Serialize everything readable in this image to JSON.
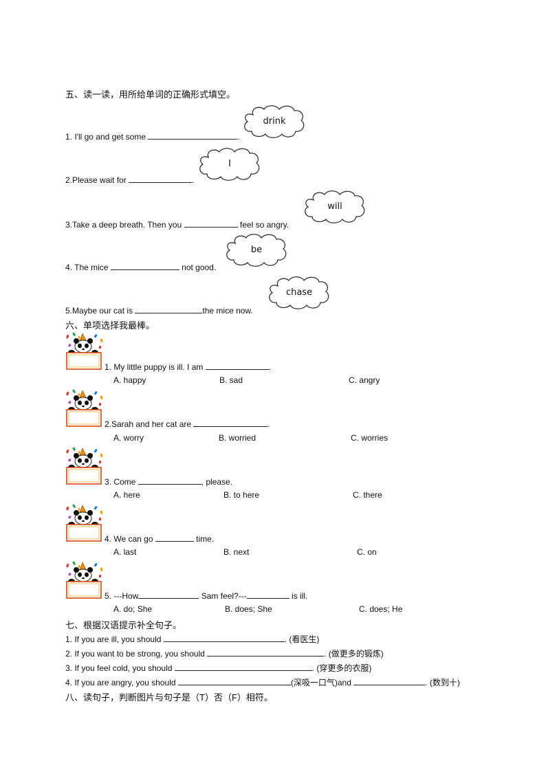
{
  "section5": {
    "heading": "五、读一读，用所给单词的正确形式填空。",
    "clouds": [
      "drink",
      "I",
      "will",
      "be",
      "chase"
    ],
    "items": [
      {
        "pre": "1. I'll go and get some ",
        "post": "."
      },
      {
        "pre": "2.Please wait for ",
        "post": "."
      },
      {
        "pre": "3.Take a deep breath. Then you ",
        "post": " feel so angry."
      },
      {
        "pre": "4. The mice ",
        "post": " not good."
      },
      {
        "pre": "5.Maybe our cat is ",
        "post": "the mice now."
      }
    ]
  },
  "section6": {
    "heading": "六、单项选择我最棒。",
    "questions": [
      {
        "pre": "1. My little puppy is ill. I am ",
        "mid": "",
        "post": ".",
        "a": "A. happy",
        "b": "B. sad",
        "c": "C. angry"
      },
      {
        "pre": "2.Sarah and her cat are ",
        "mid": "",
        "post": ".",
        "a": "A. worry",
        "b": "B. worried",
        "c": "C. worries"
      },
      {
        "pre": "3. Come ",
        "mid": "",
        "post": ", please.",
        "a": "A. here",
        "b": "B. to here",
        "c": "C. there"
      },
      {
        "pre": "4. We can go ",
        "mid": "",
        "post": " time.",
        "a": "A. last",
        "b": "B. next",
        "c": "C. on"
      },
      {
        "pre": "5. ---How",
        "mid": " Sam feel?---",
        "post": " is ill.",
        "a": "A. do; She",
        "b": "B. does; She",
        "c": "C. does; He"
      }
    ]
  },
  "section7": {
    "heading": "七、根据汉语提示补全句子。",
    "items": [
      {
        "pre": "1. If you are ill, you should ",
        "post": ". (看医生)"
      },
      {
        "pre": "2. If you want to be strong, you should ",
        "post": ". (做更多的锻炼)"
      },
      {
        "pre": "3. If you feel cold, you should ",
        "post": ". (穿更多的衣服)"
      },
      {
        "pre": "4. If you are angry, you should ",
        "mid": "(深吸一口气)and ",
        "post": ". (数到十)"
      }
    ]
  },
  "section8": {
    "heading": "八、读句子，判断图片与句子是（T）否（F）相符。"
  },
  "colors": {
    "cloud_stroke": "#333333",
    "panda_frame": "#d9480f"
  }
}
